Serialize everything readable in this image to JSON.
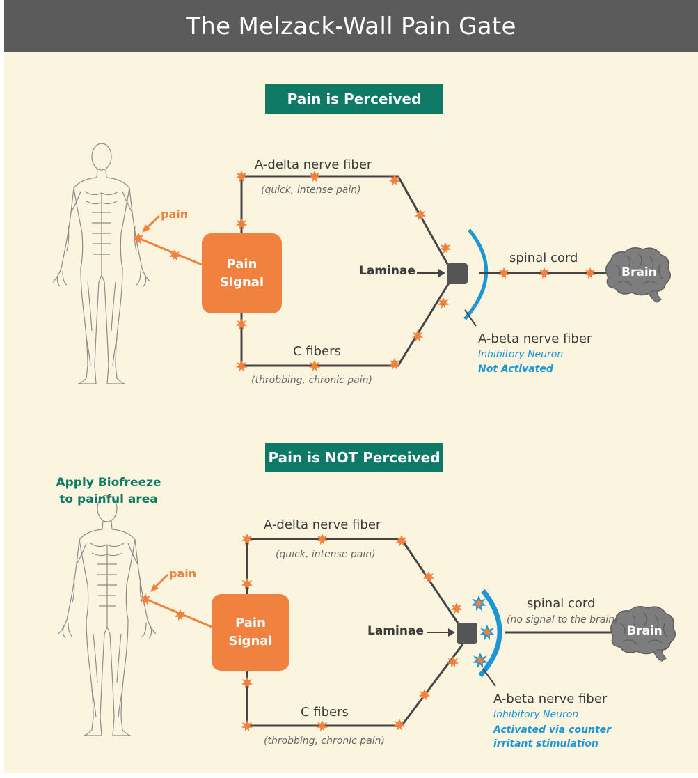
{
  "title": "The Melzack-Wall Pain Gate",
  "colors": {
    "background": "#fbf4df",
    "title_bar": "#5b5b5b",
    "banner_green": "#0e7a66",
    "pain_orange": "#f0813f",
    "inhibitory_blue": "#1c96d4",
    "nerve_line": "#444444",
    "brain_gray": "#7d7d7d"
  },
  "panel_top": {
    "banner": "Pain is Perceived",
    "pain_label": "pain",
    "box_line1": "Pain",
    "box_line2": "Signal",
    "a_delta_label": "A-delta nerve fiber",
    "a_delta_sub": "(quick, intense pain)",
    "c_fibers_label": "C fibers",
    "c_fibers_sub": "(throbbing, chronic pain)",
    "laminae": "Laminae",
    "spinal_cord": "spinal cord",
    "brain": "Brain",
    "a_beta_label": "A-beta nerve fiber",
    "inhibitory": "Inhibitory Neuron",
    "status": "Not Activated"
  },
  "panel_bottom": {
    "banner": "Pain is NOT Perceived",
    "apply_note_line1": "Apply Biofreeze",
    "apply_note_line2": "to painful area",
    "pain_label": "pain",
    "box_line1": "Pain",
    "box_line2": "Signal",
    "a_delta_label": "A-delta nerve fiber",
    "a_delta_sub": "(quick, intense pain)",
    "c_fibers_label": "C fibers",
    "c_fibers_sub": "(throbbing, chronic pain)",
    "laminae": "Laminae",
    "spinal_cord": "spinal cord",
    "spinal_cord_sub": "(no signal to the brain)",
    "brain": "Brain",
    "a_beta_label": "A-beta nerve fiber",
    "inhibitory": "Inhibitory Neuron",
    "status_line1": "Activated via counter",
    "status_line2": "irritant stimulation"
  },
  "icons": [
    "human-figure-icon",
    "brain-icon",
    "spark-icon",
    "arrow-icon",
    "laminae-square-icon"
  ]
}
